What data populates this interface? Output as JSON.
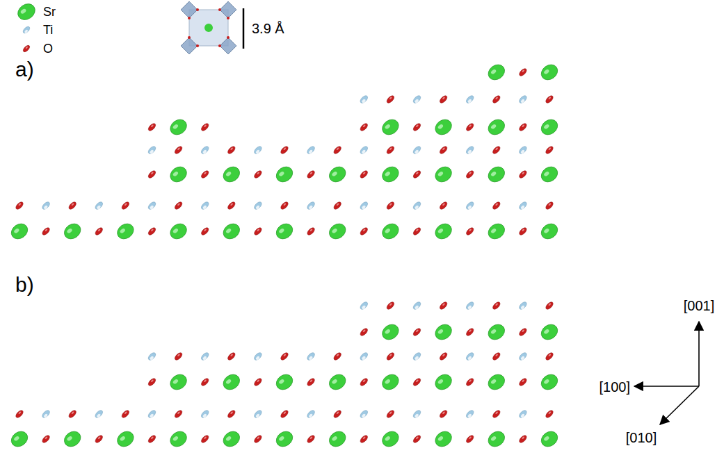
{
  "diagram": {
    "labels": [
      "a)",
      "b)",
      "3.9 Å",
      "[001]",
      "[100]",
      "[010]"
    ],
    "legend": [
      {
        "text": "Sr",
        "color": "#3ccf3c"
      },
      {
        "text": "Ti",
        "color": "#9fc9e3"
      },
      {
        "text": "O",
        "color": "#c81e1e"
      }
    ]
  }
}
